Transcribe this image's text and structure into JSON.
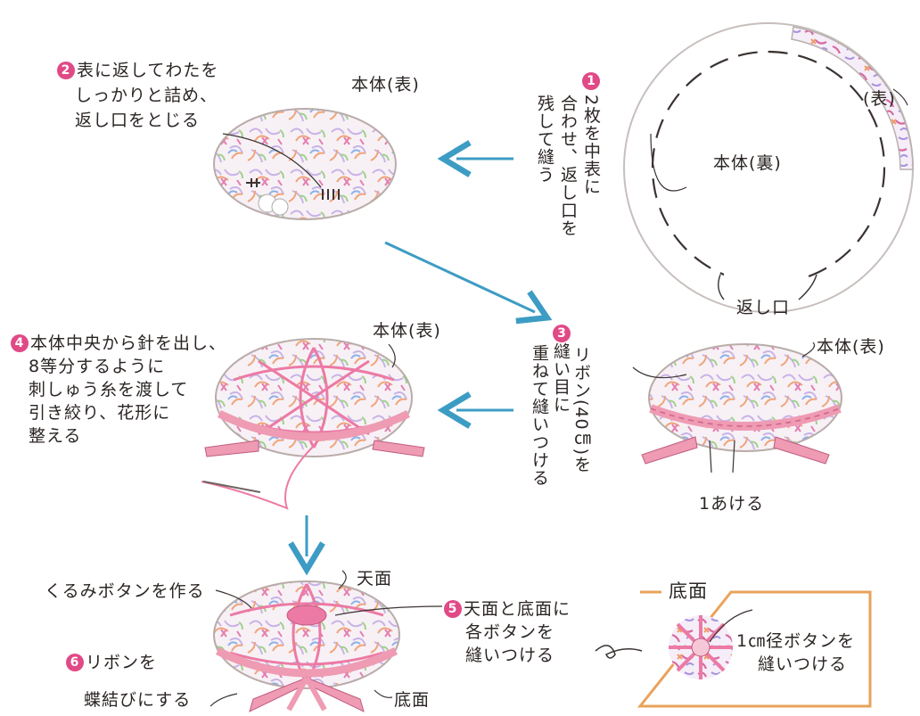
{
  "steps": {
    "s1": {
      "num": "1",
      "line1": "2枚を中表に",
      "line2": "合わせ、返し口を",
      "line3": "残して縫う"
    },
    "s2": {
      "num": "2",
      "line1": "表に返してわたを",
      "line2": "しっかりと詰め、",
      "line3": "返し口をとじる"
    },
    "s3": {
      "num": "3",
      "line1": "縫い目に",
      "line2": "リボン(40㎝)を",
      "line3": "重ねて縫いつける"
    },
    "s4": {
      "num": "4",
      "line1": "本体中央から針を出し、",
      "line2": "8等分するように",
      "line3": "刺しゅう糸を渡して",
      "line4": "引き絞り、花形に",
      "line5": "整える"
    },
    "s5": {
      "num": "5",
      "line1": "天面と底面に",
      "line2": "各ボタンを",
      "line3": "縫いつける"
    },
    "s6": {
      "num": "6",
      "line1": "リボンを",
      "line2": "蝶結びにする"
    }
  },
  "labels": {
    "body_back": "本体(裏)",
    "omote": "(表)",
    "kaeshiguchi": "返し口",
    "body_front_2": "本体(表)",
    "body_front_3": "本体(表)",
    "body_front_4": "本体(表)",
    "gap": "1あける",
    "covered_button": "くるみボタンを作る",
    "top_face": "天面",
    "bottom_face": "底面",
    "inset_title": "底面",
    "inset_note1": "1㎝径ボタンを",
    "inset_note2": "縫いつける"
  },
  "colors": {
    "accent": "#e04a86",
    "arrow": "#3d9cc4",
    "frame": "#e8a35a",
    "ribbon": "#ee9bb3"
  }
}
